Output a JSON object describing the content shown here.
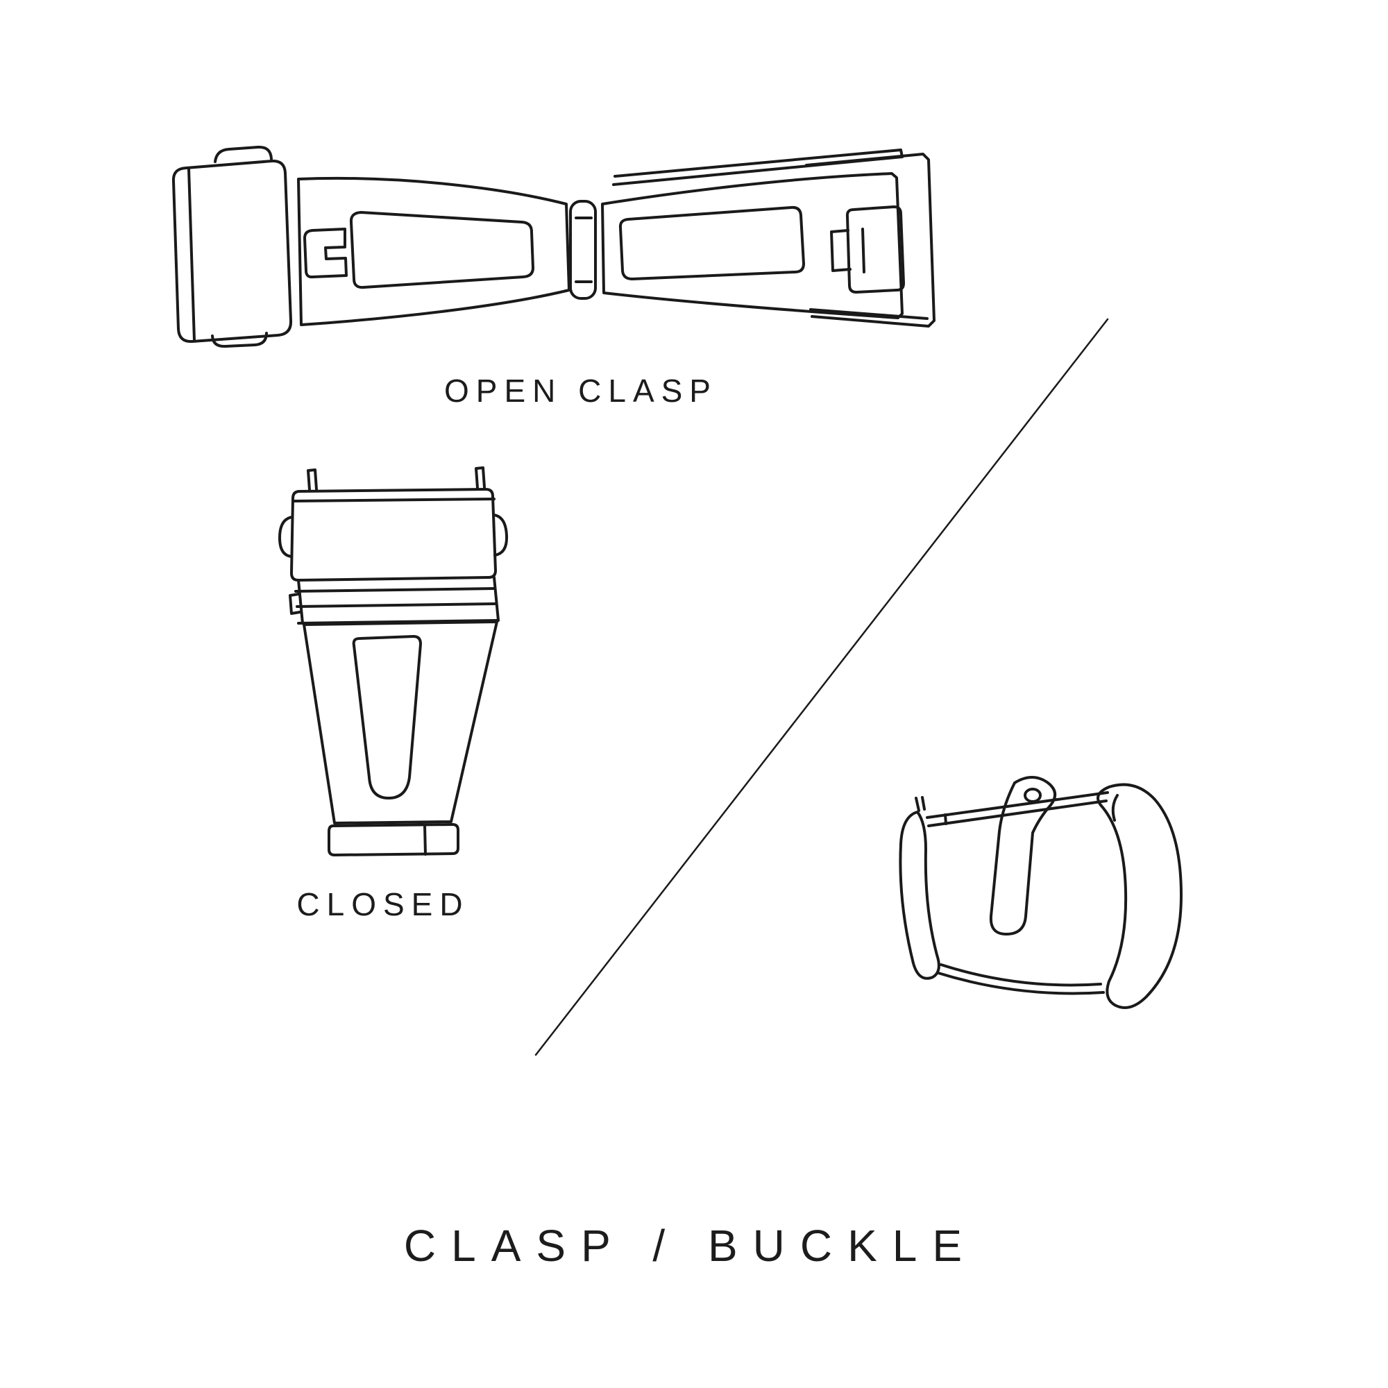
{
  "page": {
    "background_color": "#ffffff",
    "line_color": "#1a1a1a"
  },
  "captions": {
    "open_clasp": "OPEN CLASP",
    "closed": "CLOSED"
  },
  "title": {
    "text": "CLASP / BUCKLE"
  }
}
